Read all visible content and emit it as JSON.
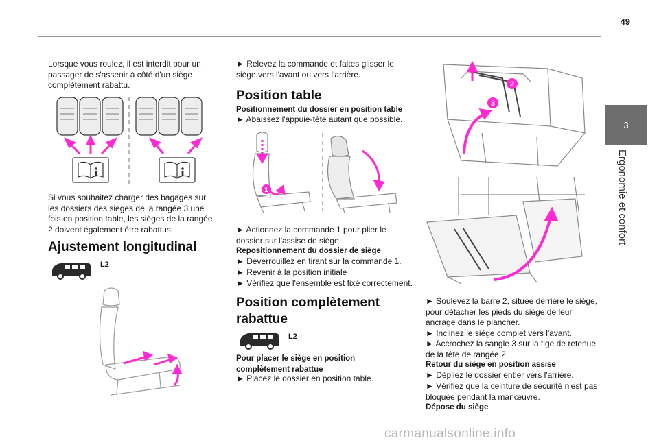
{
  "page": {
    "number": "49"
  },
  "side_tab": {
    "chapter": "3",
    "label": "Ergonomie et confort"
  },
  "col1": {
    "intro": "Lorsque vous roulez, il est interdit pour un passager de s'asseoir à côté d'un siège complètement rabattu.",
    "luggage": "Si vous souhaitez charger des bagages sur les dossiers des sièges de la rangée 3 une fois en position table, les sièges de la rangée 2 doivent également être rabattus.",
    "heading": "Ajustement longitudinal",
    "vehicle_label": "L2"
  },
  "col2": {
    "intro": "► Relevez la commande et faites glisser le siège vers l'avant ou vers l'arrière.",
    "heading_table": "Position table",
    "sub_table": "Positionnement du dossier en position table",
    "step_headrest": "► Abaissez l'appuie-tête autant que possible.",
    "step_control": "► Actionnez la commande 1 pour plier le dossier sur l'assise de siège.",
    "sub_reposition": "Repositionnement du dossier de siège",
    "step_unlock": "► Déverrouillez en tirant sur la commande 1.",
    "step_return": "► Revenir à la position initiale",
    "step_check": "► Vérifiez que l'ensemble est fixé correctement.",
    "heading_folded_1": "Position complètement",
    "heading_folded_2": "rabattue",
    "vehicle_label": "L2",
    "sub_folded": "Pour placer le siège en position complètement rabattue",
    "step_backrest": "► Placez le dossier en position table."
  },
  "col3": {
    "step_bar": "► Soulevez la barre 2, située derrière le siège, pour détacher les pieds du siège de leur ancrage dans le plancher.",
    "step_tilt": "► Inclinez le siège complet vers l'avant.",
    "step_strap": "► Accrochez la sangle 3 sur la tige de retenue de la tête de rangée 2.",
    "sub_return": "Retour du siège en position assise",
    "step_unfold": "► Dépliez le dossier entier vers l'arrière.",
    "step_belt": "► Vérifiez que la ceinture de sécurité n'est pas bloquée pendant la manœuvre.",
    "sub_removal": "Dépose du siège"
  },
  "figures": {
    "marker_1": "1",
    "marker_2": "2",
    "marker_3": "3",
    "accent_color": "#ff2ad4"
  },
  "watermark": "carmanualsonline.info"
}
